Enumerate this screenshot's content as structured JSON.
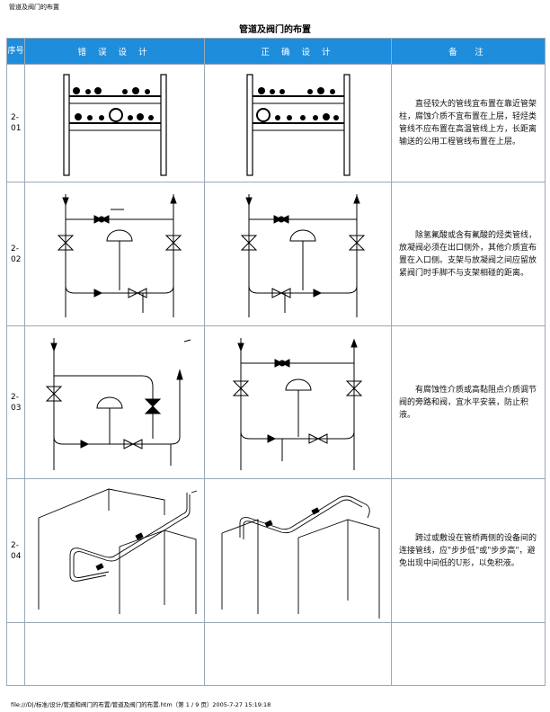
{
  "header": {
    "breadcrumb": "管道及阀门的布置"
  },
  "doc_title": "管道及阀门的布置",
  "table": {
    "columns": {
      "seq": "序号",
      "wrong": "错 误 设 计",
      "right": "正 确 设 计",
      "note": "备　注"
    },
    "rows": [
      {
        "id": "2-01",
        "note": "直径较大的管线宜布置在靠近管架柱，腐蚀介质不宜布置在上层，轻烃类管线不应布置在高温管线上方，长距离输送的公用工程管线布置在上层。"
      },
      {
        "id": "2-02",
        "note": "除氢氟酸或含有氟酸的烃类管线，放凝阀必须在出口侧外，其他介质宜布置在入口侧。支架与放凝阀之间应留放紧阀门时手脚不与支架相碰的距离。"
      },
      {
        "id": "2-03",
        "note": "有腐蚀性介质或高黏阻点介质调节阀的旁路和阀，宜水平安装，防止积液。"
      },
      {
        "id": "2-04",
        "note": "跨过或敷设在管桥两侧的设备间的连接管线，应\"步步低\"或\"步步高\"，避免出现中间低的U形，以免积液。"
      }
    ]
  },
  "footer": {
    "text": "file:///D|/标准/设计/管道和阀门的布置/管道及阀门的布置.htm（第 1 / 9 页）2005-7-27 15:19:18"
  }
}
